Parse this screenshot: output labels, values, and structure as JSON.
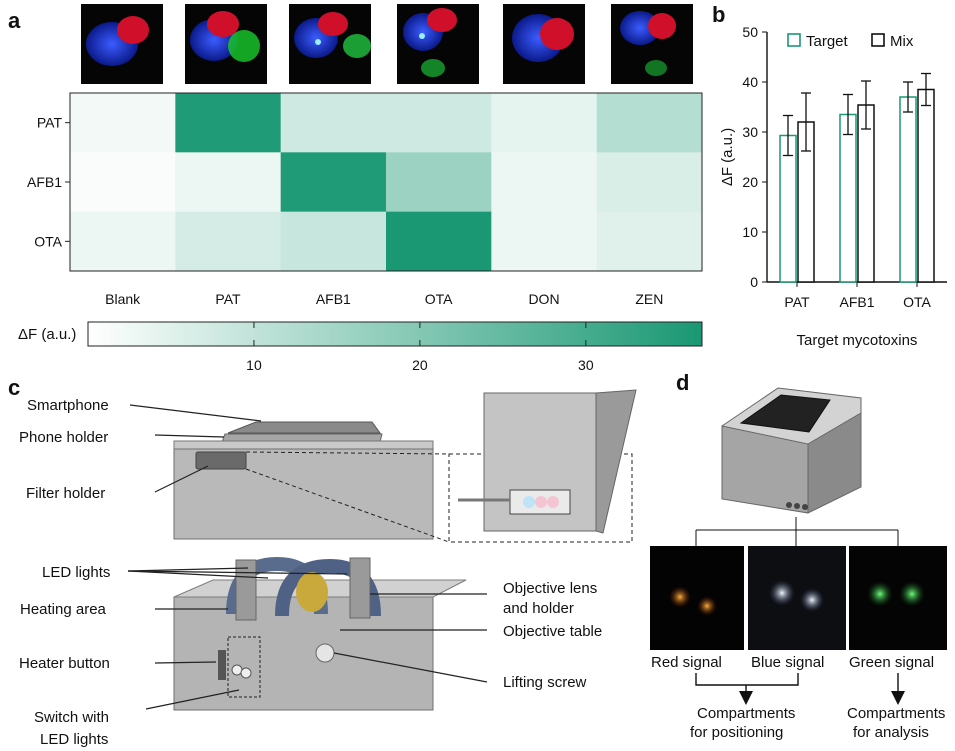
{
  "panels": {
    "a": "a",
    "b": "b",
    "c": "c",
    "d": "d"
  },
  "chart_data": [
    {
      "type": "heatmap",
      "panel": "a",
      "rows": [
        "PAT",
        "AFB1",
        "OTA"
      ],
      "columns": [
        "Blank",
        "PAT",
        "AFB1",
        "OTA",
        "DON",
        "ZEN"
      ],
      "values": [
        [
          2,
          36,
          8,
          8,
          4,
          12
        ],
        [
          1,
          3,
          36,
          16,
          3,
          6
        ],
        [
          3,
          7,
          9,
          37,
          3,
          5
        ]
      ],
      "colorbar": {
        "label": "ΔF (a.u.)",
        "ticks": [
          10,
          20,
          30
        ],
        "range": [
          0,
          37
        ],
        "color_low": "#ffffff",
        "color_high": "#1a9873"
      }
    },
    {
      "type": "bar",
      "panel": "b",
      "categories": [
        "PAT",
        "AFB1",
        "OTA"
      ],
      "series": [
        {
          "name": "Target",
          "values": [
            29.3,
            33.5,
            37.0
          ],
          "errors": [
            4.0,
            4.0,
            3.0
          ],
          "color": "#1a9873"
        },
        {
          "name": "Mix",
          "values": [
            32.0,
            35.4,
            38.5
          ],
          "errors": [
            5.8,
            4.8,
            3.2
          ],
          "color": "#111111"
        }
      ],
      "xlabel": "Target mycotoxins",
      "ylabel": "ΔF (a.u.)",
      "ylim": [
        0,
        50
      ],
      "yticks": [
        0,
        10,
        20,
        30,
        40,
        50
      ],
      "legend": "top"
    }
  ],
  "device": {
    "labels_left": [
      "Smartphone",
      "Phone holder",
      "Filter holder",
      "LED lights",
      "Heating area",
      "Heater button",
      "Switch with",
      "LED lights"
    ],
    "labels_right": [
      "Objective lens",
      "and holder",
      "Objective table",
      "Lifting screw"
    ]
  },
  "signals": {
    "names": [
      "Red signal",
      "Blue signal",
      "Green signal"
    ],
    "outputs": [
      {
        "line1": "Compartments",
        "line2": "for positioning"
      },
      {
        "line1": "Compartments",
        "line2": "for analysis"
      }
    ]
  }
}
